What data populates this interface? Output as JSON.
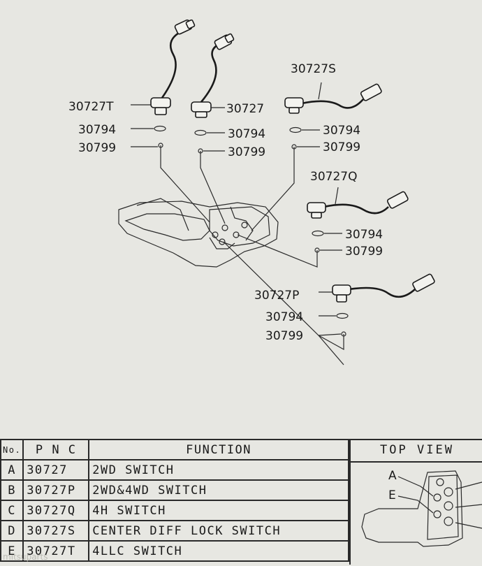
{
  "callouts": {
    "switch_t": "30727T",
    "switch_a": "30727",
    "switch_s": "30727S",
    "switch_q": "30727Q",
    "switch_p": "30727P",
    "gasket_1": "30794",
    "gasket_2": "30794",
    "gasket_3": "30794",
    "gasket_4": "30794",
    "gasket_5": "30794",
    "ball_1": "30799",
    "ball_2": "30799",
    "ball_3": "30799",
    "ball_4": "30799",
    "ball_5": "30799"
  },
  "table": {
    "headers": {
      "no": "No.",
      "pnc": "P N C",
      "function": "FUNCTION"
    },
    "rows": [
      {
        "no": "A",
        "pnc": "30727",
        "function": "2WD SWITCH"
      },
      {
        "no": "B",
        "pnc": "30727P",
        "function": "2WD&4WD SWITCH"
      },
      {
        "no": "C",
        "pnc": "30727Q",
        "function": "4H SWITCH"
      },
      {
        "no": "D",
        "pnc": "30727S",
        "function": "CENTER DIFF LOCK SWITCH"
      },
      {
        "no": "E",
        "pnc": "30727T",
        "function": "4LLC SWITCH"
      }
    ]
  },
  "top_view": {
    "title": "TOP VIEW",
    "label_a": "A",
    "label_e": "E"
  },
  "watermark": "mitsuparts"
}
